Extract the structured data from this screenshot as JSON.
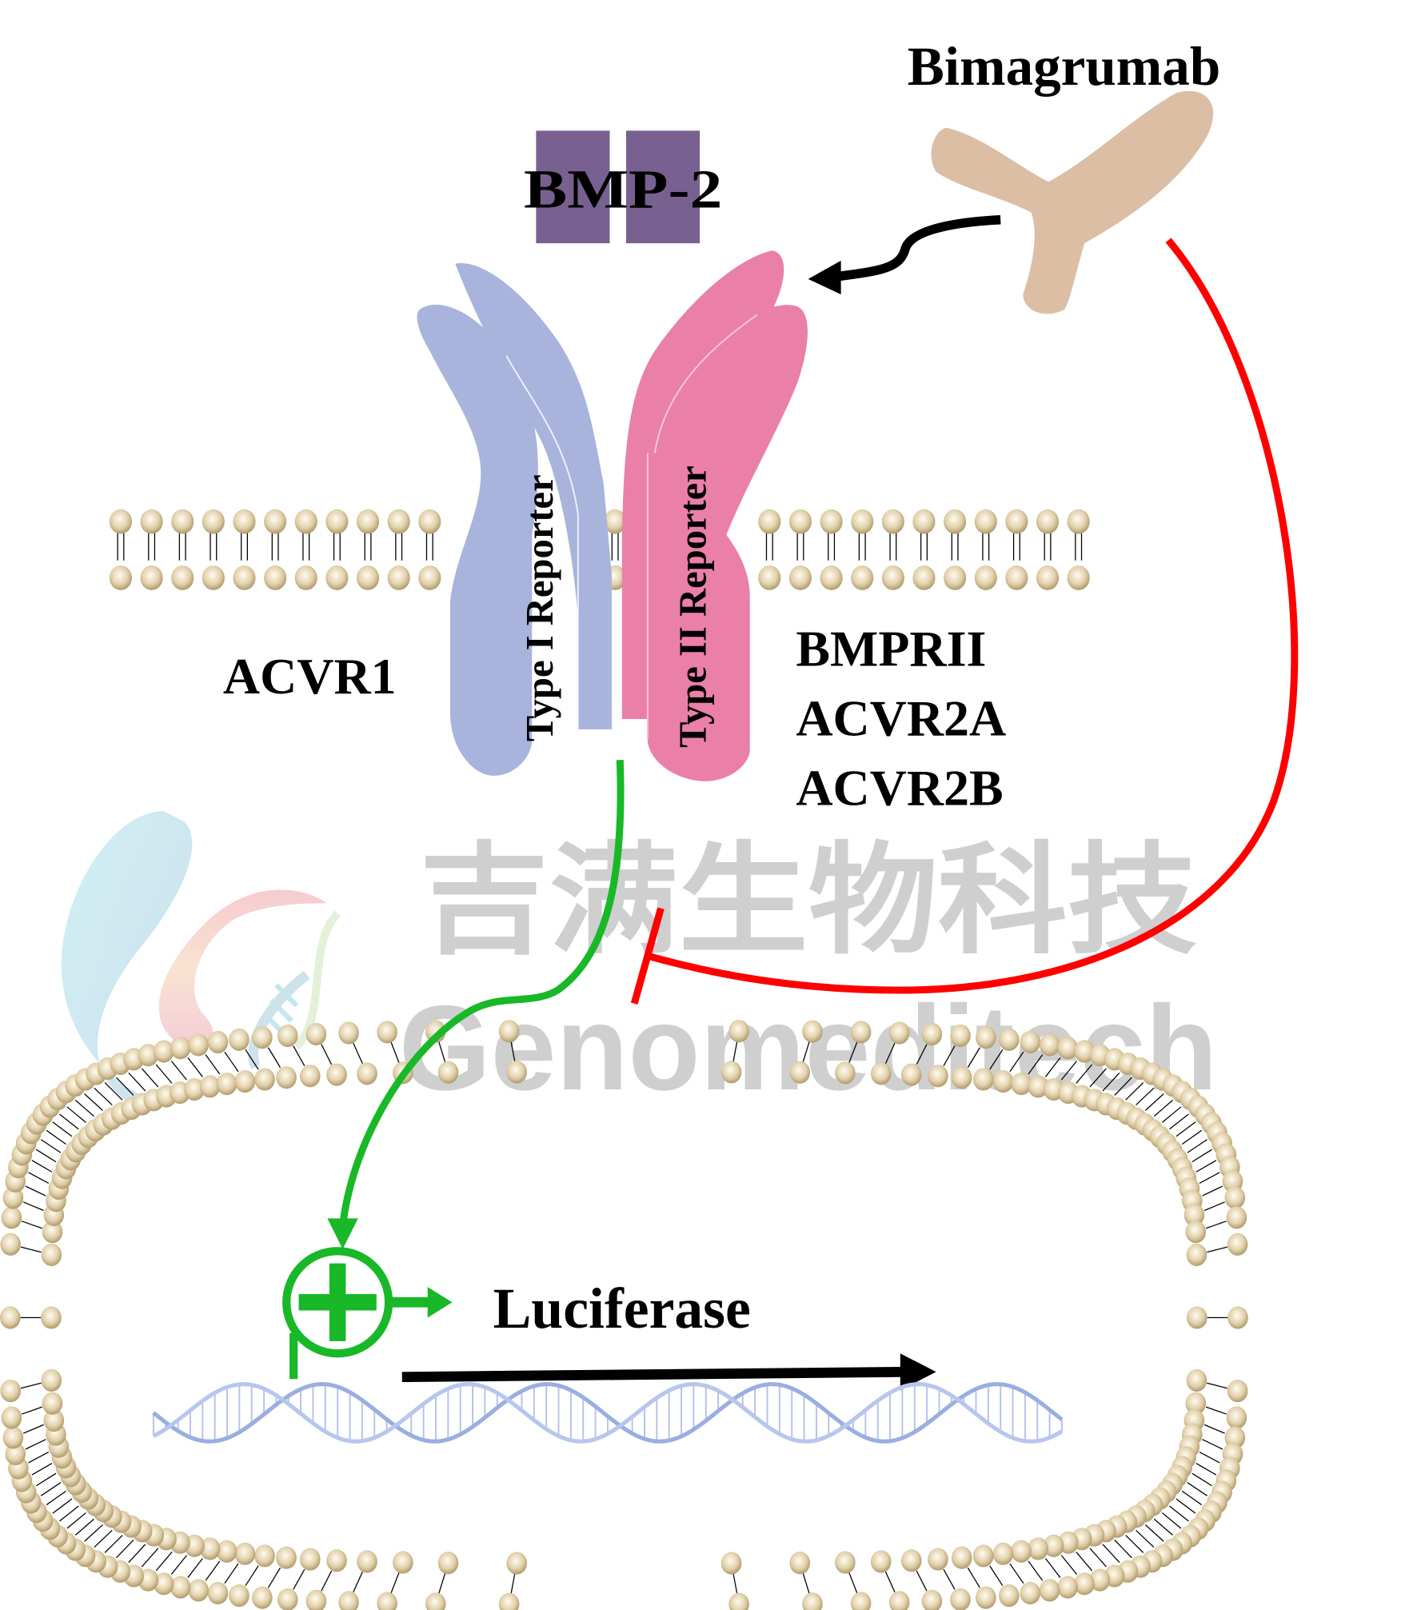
{
  "labels": {
    "drug": "Bimagrumab",
    "ligand": "BMP-2",
    "type1_receptor": "Type I Reporter",
    "type2_receptor": "Type II Reporter",
    "type1_name": "ACVR1",
    "type2_names": [
      "BMPRII",
      "ACVR2A",
      "ACVR2B"
    ],
    "reporter_gene": "Luciferase"
  },
  "watermark": {
    "chinese": "吉满生物科技",
    "english": "Genomeditech"
  },
  "colors": {
    "ligand": "#786090",
    "type1": "#a8b4dc",
    "type2": "#ea80a8",
    "antibody": "#dbbea4",
    "activation": "#18b828",
    "inhibition": "#ff0000",
    "lipid_head": "#c8b48a",
    "dna": "#9aaee0"
  }
}
